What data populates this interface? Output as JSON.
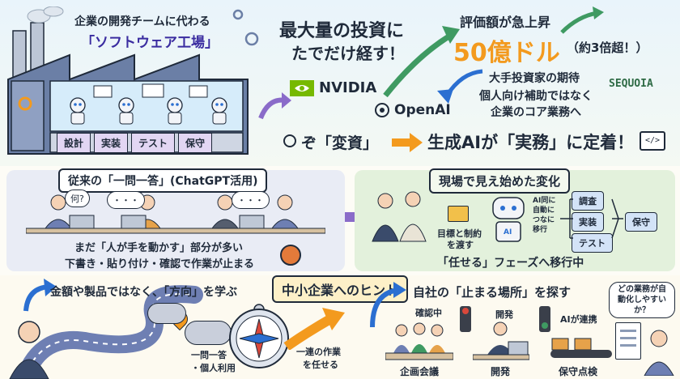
{
  "factory": {
    "title_line1": "企業の開発チームに代わる",
    "title_line2": "「ソフトウェア工場」",
    "stages": [
      "設計",
      "実装",
      "テスト",
      "保守"
    ]
  },
  "investment": {
    "headline_line1": "最大量の投資に",
    "headline_line2": "たでだけ経す！",
    "nvidia": "NVIDIA",
    "openai": "OpenAI",
    "valuation_label": "評価額が急上昇",
    "valuation_value": "50億ドル",
    "valuation_note": "（約3倍超！）",
    "investor_line1": "大手投資家の期待",
    "investor_line2": "個人向け補助ではなく",
    "investor_line3": "企業のコア業務へ",
    "sequoia": "SEQUOIA",
    "bottom_prefix": "ぞ「変資」",
    "bottom_main": "生成AIが「実務」に定着！"
  },
  "conventional": {
    "title": "従来の「一問一答」(ChatGPT活用)",
    "bubbles": [
      "何?",
      "・・・",
      "・・・"
    ],
    "desc_line1": "まだ「人が手を動かす」部分が多い",
    "desc_line2": "下書き・貼り付け・確認で作業が止まる"
  },
  "change": {
    "title": "現場で見え始めた変化",
    "goal_label_line1": "目標と制約",
    "goal_label_line2": "を渡す",
    "robot_note": "AI同に自動につなに移行",
    "robot_badge": "AI",
    "flow": [
      "調査",
      "実装",
      "テスト",
      "保守"
    ],
    "bottom": "「任せる」フェーズへ移行中"
  },
  "hint": {
    "direction": "金額や製品ではなく、「方向」を学ぶ",
    "title": "中小企業へのヒント",
    "stop_places": "自社の「止まる場所」を探す",
    "cloud_label_line1": "一問一答",
    "cloud_label_line2": "・個人利用",
    "arrow_label_line1": "一連の作業",
    "arrow_label_line2": "を任せる",
    "tl_labels": [
      "確認中",
      "開発",
      "AIが連携"
    ],
    "scenes": [
      "企画会議",
      "開発",
      "保守点検"
    ],
    "question": "どの業務が自動化しやすいか？"
  },
  "colors": {
    "accent_purple": "#8a6bc9",
    "accent_green": "#3f9a62",
    "accent_orange": "#f39a1e",
    "ink": "#1f2a3a"
  }
}
